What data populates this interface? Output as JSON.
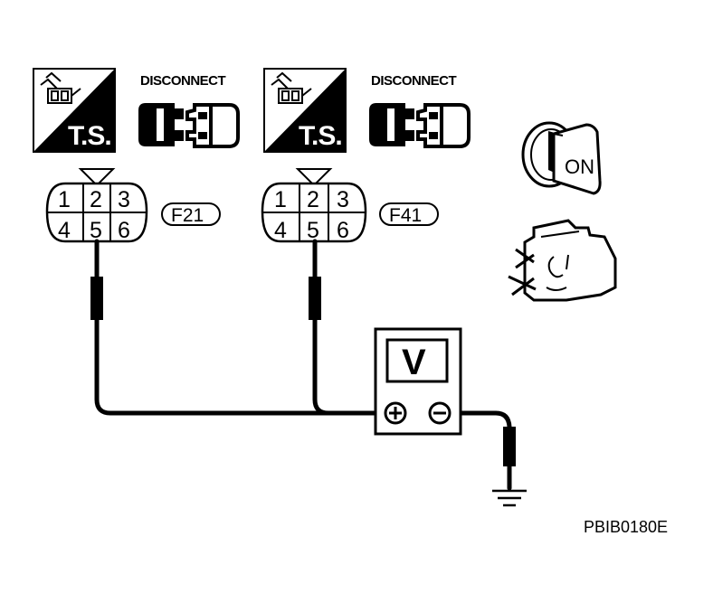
{
  "ts_symbol": {
    "label": "T.S."
  },
  "disconnect_symbol": {
    "label": "DISCONNECT"
  },
  "connectors": [
    {
      "id": "F21",
      "pins_top": [
        "1",
        "2",
        "3"
      ],
      "pins_bottom": [
        "4",
        "5",
        "6"
      ]
    },
    {
      "id": "F41",
      "pins_top": [
        "1",
        "2",
        "3"
      ],
      "pins_bottom": [
        "4",
        "5",
        "6"
      ]
    }
  ],
  "ignition": {
    "label": "ON"
  },
  "voltmeter": {
    "label": "V"
  },
  "reference_code": "PBIB0180E"
}
